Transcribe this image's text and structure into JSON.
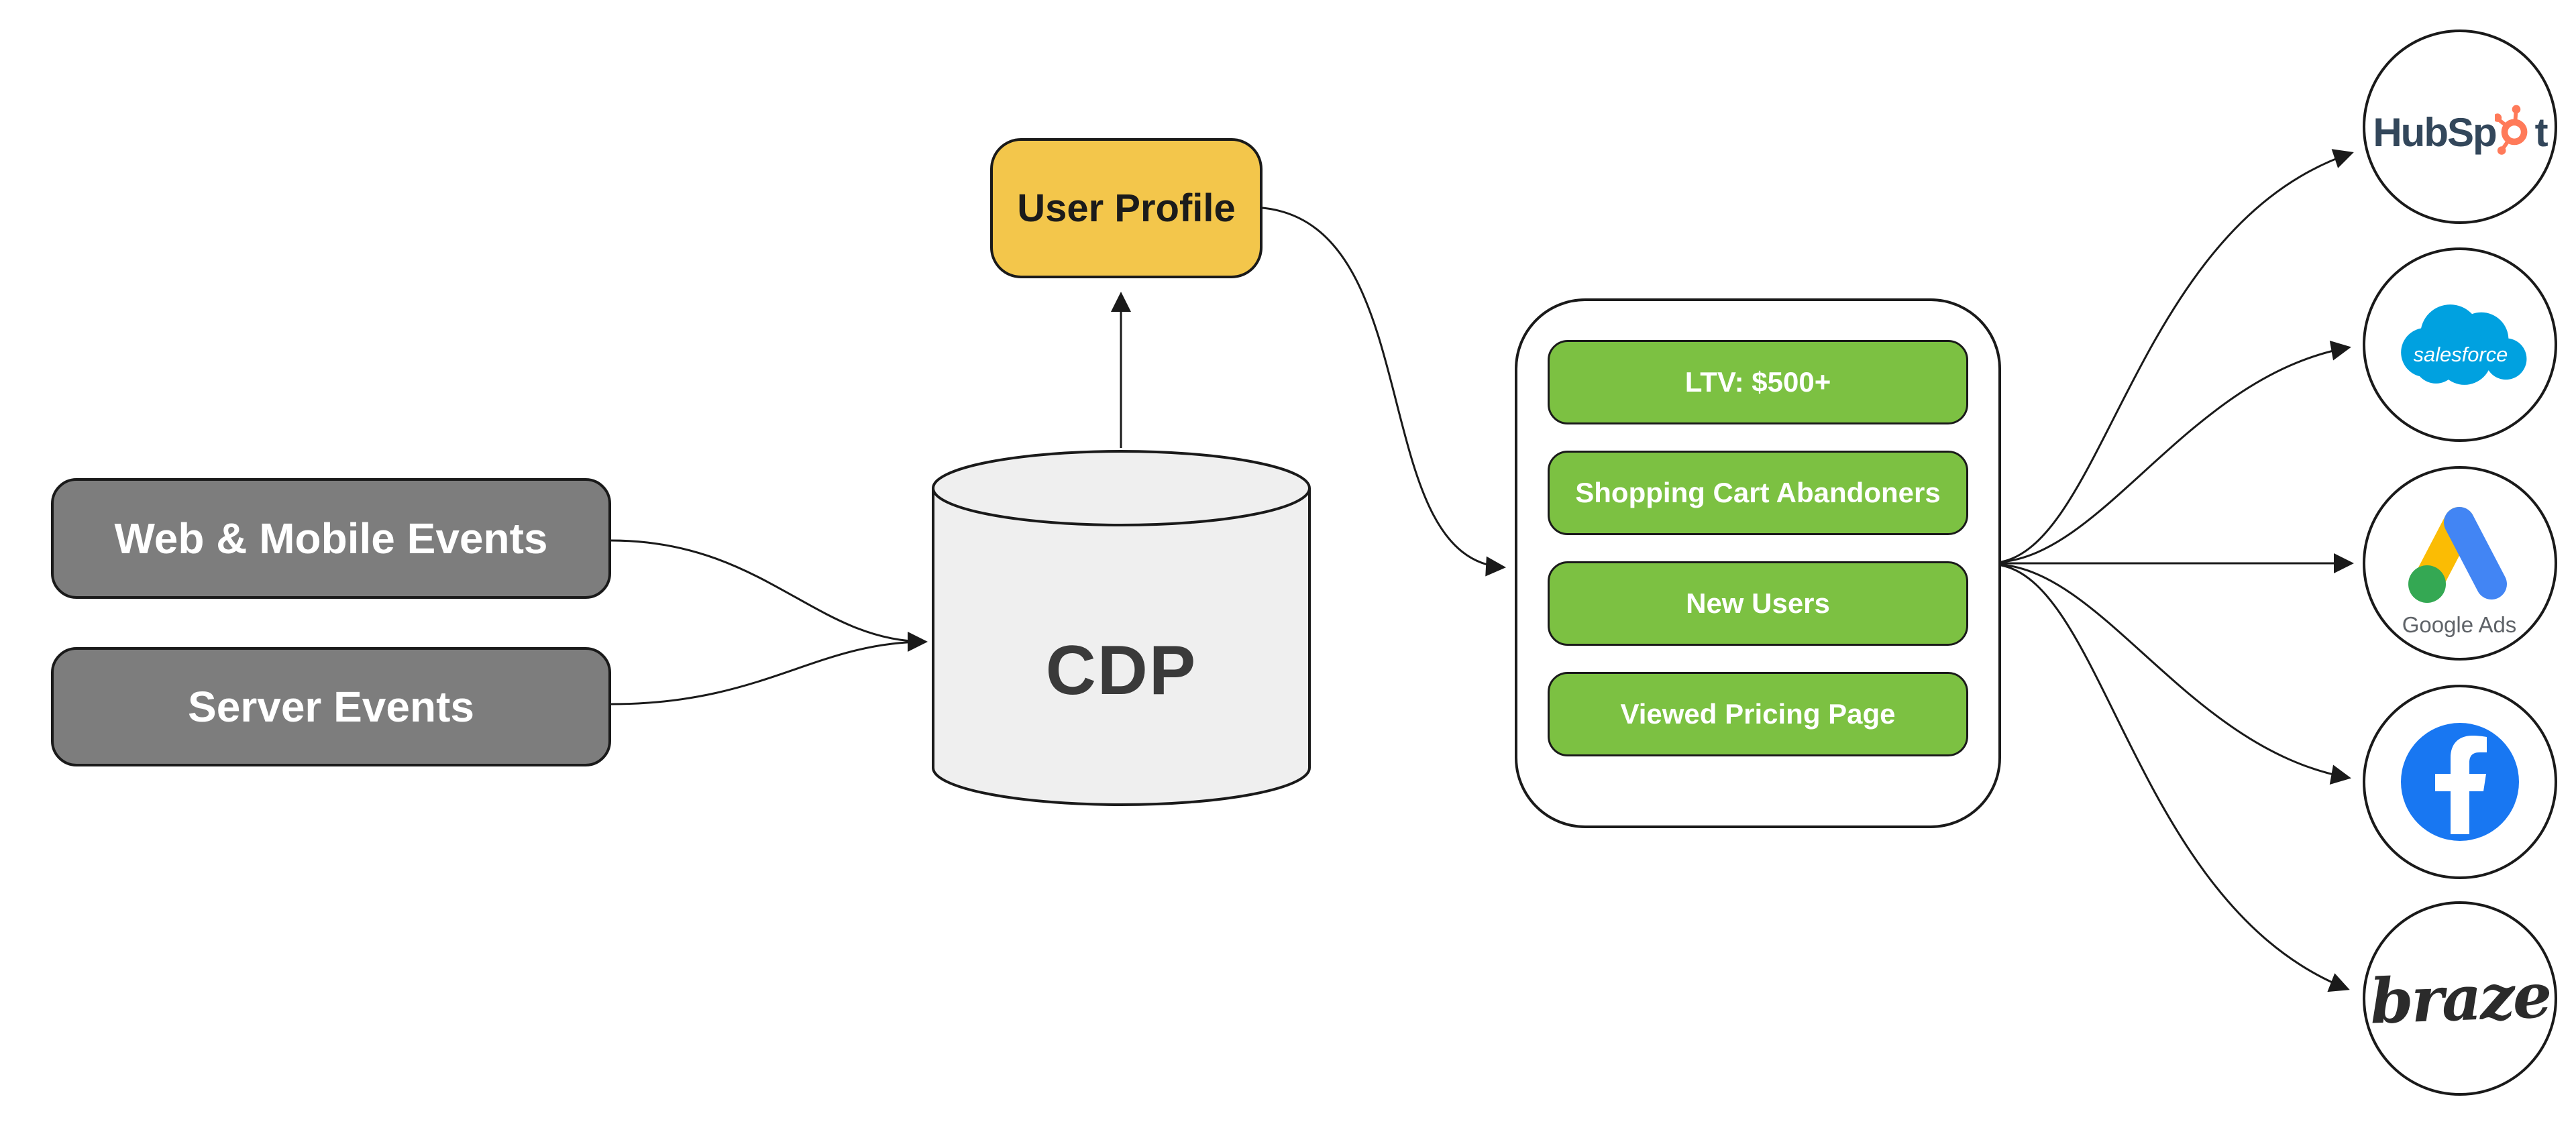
{
  "sources": {
    "web_mobile": {
      "label": "Web & Mobile Events"
    },
    "server": {
      "label": "Server Events"
    }
  },
  "cdp": {
    "label": "CDP"
  },
  "user_profile": {
    "label": "User Profile"
  },
  "segments": {
    "items": [
      {
        "label": "LTV: $500+"
      },
      {
        "label": "Shopping Cart Abandoners"
      },
      {
        "label": "New Users"
      },
      {
        "label": "Viewed Pricing Page"
      }
    ]
  },
  "destinations": {
    "hubspot": {
      "name": "HubSpot",
      "wordmark_prefix": "HubSp",
      "wordmark_suffix": "t"
    },
    "salesforce": {
      "name": "Salesforce",
      "wordmark": "salesforce"
    },
    "google_ads": {
      "name": "Google Ads",
      "wordmark": "Google Ads"
    },
    "facebook": {
      "name": "Facebook"
    },
    "braze": {
      "name": "Braze",
      "wordmark": "braze"
    }
  },
  "edges": [
    {
      "from": "Web & Mobile Events",
      "to": "CDP"
    },
    {
      "from": "Server Events",
      "to": "CDP"
    },
    {
      "from": "CDP",
      "to": "User Profile"
    },
    {
      "from": "User Profile",
      "to": "Segments"
    },
    {
      "from": "Segments",
      "to": "HubSpot"
    },
    {
      "from": "Segments",
      "to": "Salesforce"
    },
    {
      "from": "Segments",
      "to": "Google Ads"
    },
    {
      "from": "Segments",
      "to": "Facebook"
    },
    {
      "from": "Segments",
      "to": "Braze"
    }
  ],
  "icons": [
    "hubspot-sprocket-icon",
    "salesforce-cloud-icon",
    "google-ads-logo-icon",
    "facebook-logo-icon"
  ],
  "colors": {
    "background": "#FFFFFF",
    "outline": "#1A1A1A",
    "source_box_gray": "#7D7D7D",
    "user_profile_yellow": "#F3C64B",
    "cylinder_fill": "#EFEFEF",
    "segment_green": "#7CC142",
    "hubspot_navy": "#33475B",
    "hubspot_orange": "#FF7A59",
    "salesforce_blue": "#00A1E0",
    "google_blue": "#4285F4",
    "google_yellow": "#FBBC04",
    "google_green": "#34A853",
    "google_text_gray": "#5F6368",
    "facebook_blue": "#1877F2",
    "braze_black": "#2B2B2B"
  }
}
